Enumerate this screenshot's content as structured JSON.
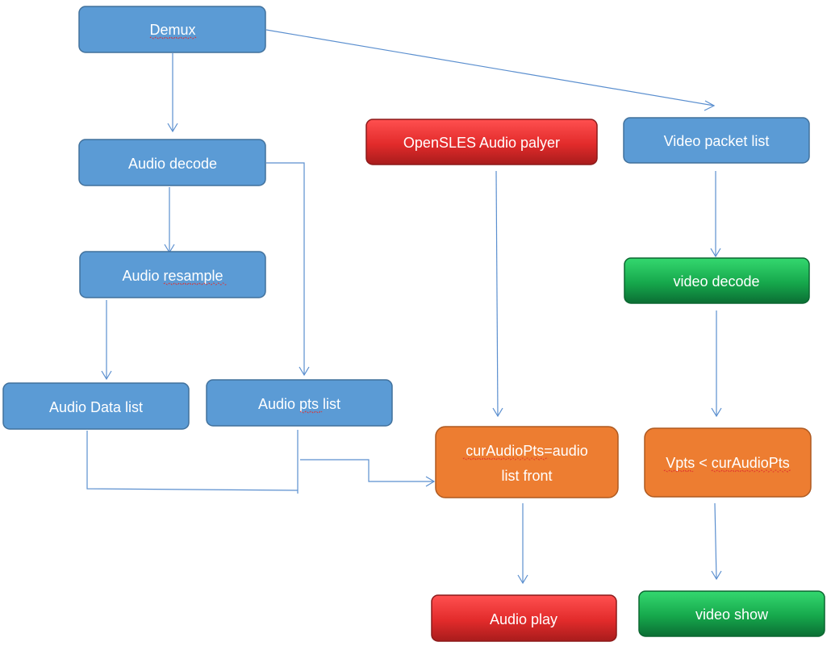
{
  "nodes": {
    "demux": {
      "label": "Demux"
    },
    "audio_decode": {
      "label": "Audio decode"
    },
    "audio_resample": {
      "label": "Audio resample"
    },
    "audio_data_list": {
      "label": "Audio Data list"
    },
    "audio_pts_list": {
      "label": "Audio pts list"
    },
    "opensles_player": {
      "label": "OpenSLES Audio palyer"
    },
    "cur_audio_pts": {
      "line1": "curAudioPts=audio",
      "line2": "list front"
    },
    "audio_play": {
      "label": "Audio play"
    },
    "video_packet_list": {
      "label": "Video packet list"
    },
    "video_decode": {
      "label": "video decode"
    },
    "vpts_compare": {
      "label": "Vpts < curAudioPts"
    },
    "video_show": {
      "label": "video show"
    }
  },
  "colors": {
    "blue": "#5b9bd5",
    "blue_border": "#41719c",
    "red_top": "#ff4b4b",
    "red_bottom": "#b01e1e",
    "red_border": "#8c1a1a",
    "green_top": "#2fd16a",
    "green_bottom": "#0d7a3a",
    "green_border": "#0b6630",
    "orange": "#ed7d31",
    "orange_border": "#ae5a21",
    "edge": "#5b8fcf"
  }
}
